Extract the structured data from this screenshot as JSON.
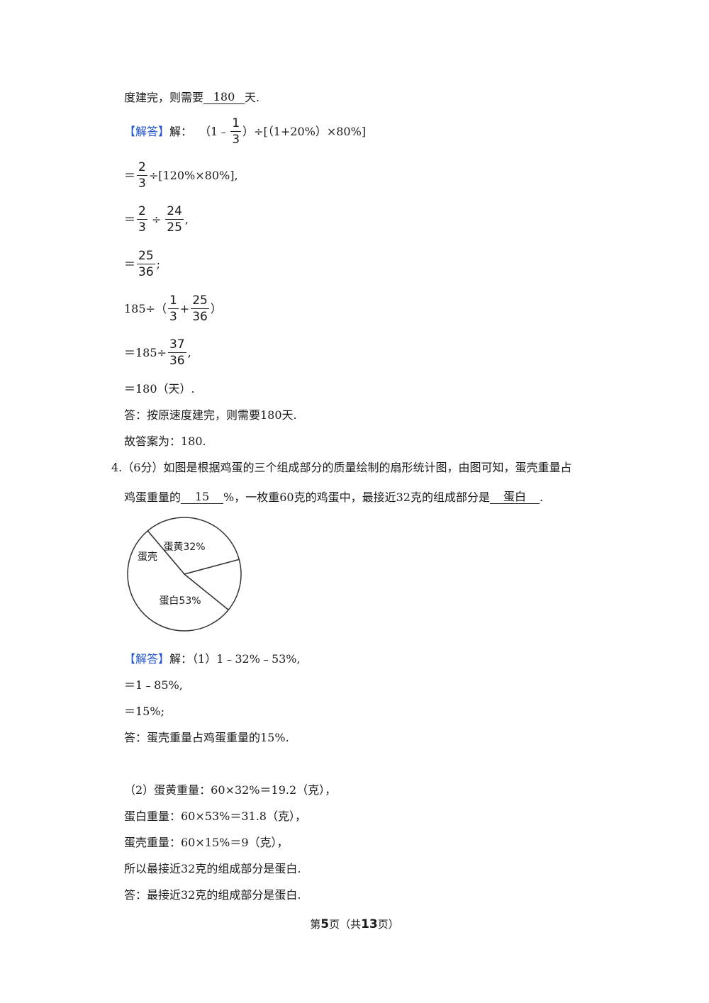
{
  "q3_tail": {
    "text_before": "度建完，则需要",
    "answer": "180",
    "text_after": "天."
  },
  "q3_solution": {
    "tag": "【解答】",
    "intro": "解：",
    "l1_a": "（1﹣",
    "l1_num": "1",
    "l1_den": "3",
    "l1_b": "）÷[（1+20%）×80%]",
    "l2_eq": "＝",
    "l2_num": "2",
    "l2_den": "3",
    "l2_rest": "÷[120%×80%],",
    "l3_eq": "＝",
    "l3_num1": "2",
    "l3_den1": "3",
    "l3_div": "÷",
    "l3_num2": "24",
    "l3_den2": "25",
    "l3_end": ",",
    "l4_eq": "＝",
    "l4_num": "25",
    "l4_den": "36",
    "l4_end": ";",
    "l5_a": "185÷（",
    "l5_num1": "1",
    "l5_den1": "3",
    "l5_plus": "+",
    "l5_num2": "25",
    "l5_den2": "36",
    "l5_b": "）",
    "l6_a": "＝185÷",
    "l6_num": "37",
    "l6_den": "36",
    "l6_end": ",",
    "l7": "＝180（天）.",
    "answer_line": "答：按原速度建完，则需要180天.",
    "final_line": "故答案为：180."
  },
  "q4": {
    "number": "4.",
    "line1": "（6分）如图是根据鸡蛋的三个组成部分的质量绘制的扇形统计图，由图可知，蛋壳重量占",
    "line2_a": "鸡蛋重量的",
    "blank1": "15",
    "line2_b": "%，一枚重60克的鸡蛋中，最接近32克的组成部分是",
    "blank2": "蛋白",
    "line2_c": "."
  },
  "chart_data": {
    "type": "pie",
    "slices": [
      {
        "label": "蛋黄32%",
        "value": 32
      },
      {
        "label": "蛋白53%",
        "value": 53
      },
      {
        "label": "蛋壳",
        "value": 15
      }
    ],
    "colors": {
      "stroke": "#333333",
      "fill": "#ffffff"
    }
  },
  "q4_solution": {
    "tag": "【解答】",
    "l1": "解：（1）1﹣32%﹣53%,",
    "l2": "＝1﹣85%,",
    "l3": "＝15%;",
    "l4": "答：蛋壳重量占鸡蛋重量的15%.",
    "l5": "（2）蛋黄重量：60×32%＝19.2（克），",
    "l6": "蛋白重量：60×53%＝31.8（克），",
    "l7": "蛋壳重量：60×15%＝9（克），",
    "l8": "所以最接近32克的组成部分是蛋白.",
    "l9": "答：最接近32克的组成部分是蛋白."
  },
  "footer": {
    "a": "第",
    "page": "5",
    "b": "页（共",
    "total": "13",
    "c": "页）"
  }
}
